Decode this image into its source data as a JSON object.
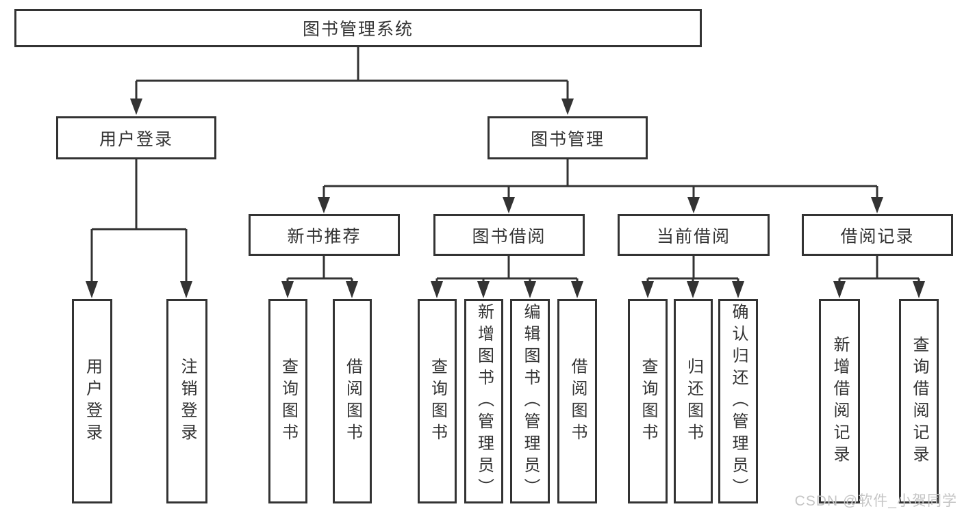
{
  "diagram": {
    "type": "hierarchy-tree",
    "line_color": "#333333",
    "box_border_color": "#333333",
    "text_color": "#333333",
    "background_color": "#ffffff",
    "tree": {
      "label": "图书管理系统",
      "children": [
        {
          "label": "用户登录",
          "children": [
            {
              "label": "用户登录"
            },
            {
              "label": "注销登录"
            }
          ]
        },
        {
          "label": "图书管理",
          "children": [
            {
              "label": "新书推荐",
              "children": [
                {
                  "label": "查询图书"
                },
                {
                  "label": "借阅图书"
                }
              ]
            },
            {
              "label": "图书借阅",
              "children": [
                {
                  "label": "查询图书"
                },
                {
                  "label": "新增图书（管理员）"
                },
                {
                  "label": "编辑图书（管理员）"
                },
                {
                  "label": "借阅图书"
                }
              ]
            },
            {
              "label": "当前借阅",
              "children": [
                {
                  "label": "查询图书"
                },
                {
                  "label": "归还图书"
                },
                {
                  "label": "确认归还（管理员）"
                }
              ]
            },
            {
              "label": "借阅记录",
              "children": [
                {
                  "label": "新增借阅记录"
                },
                {
                  "label": "查询借阅记录"
                }
              ]
            }
          ]
        }
      ]
    }
  },
  "watermark": {
    "text": "CSDN @软件_小贺同学",
    "color": "#c5c5c5"
  }
}
